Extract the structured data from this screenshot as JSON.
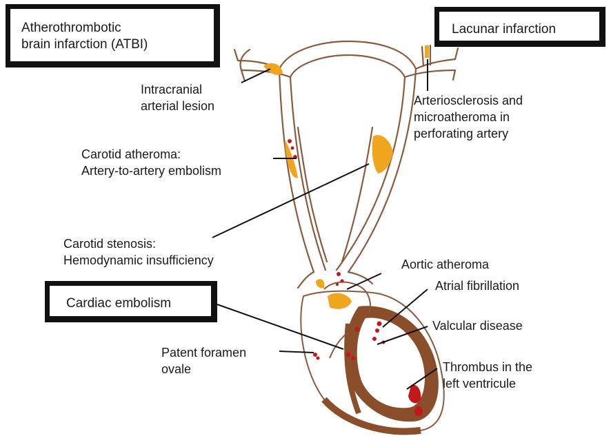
{
  "boxes": {
    "atbi_line1": "Atherothrombotic",
    "atbi_line2": "brain infarction (ATBI)",
    "lacunar": "Lacunar infarction",
    "cardiac": "Cardiac embolism"
  },
  "labels": {
    "intracranial_1": "Intracranial",
    "intracranial_2": "arterial lesion",
    "carotid_atheroma_1": "Carotid atheroma:",
    "carotid_atheroma_2": "Artery-to-artery embolism",
    "carotid_stenosis_1": "Carotid stenosis:",
    "carotid_stenosis_2": "Hemodynamic insufficiency",
    "arteriosclerosis_1": "Arteriosclerosis and",
    "arteriosclerosis_2": "microatheroma in",
    "arteriosclerosis_3": "perforating artery",
    "aortic": "Aortic atheroma",
    "atrial": "Atrial fibrillation",
    "valvular": "Valcular disease",
    "thrombus_1": "Thrombus in the",
    "thrombus_2": "left ventricule",
    "pfo_1": "Patent foramen",
    "pfo_2": "ovale"
  },
  "colors": {
    "vessel": "#8b5a3c",
    "heart_wall": "#8a4f2a",
    "atheroma": "#f0a51e",
    "thrombus": "#c2181b",
    "leader": "#111111"
  }
}
